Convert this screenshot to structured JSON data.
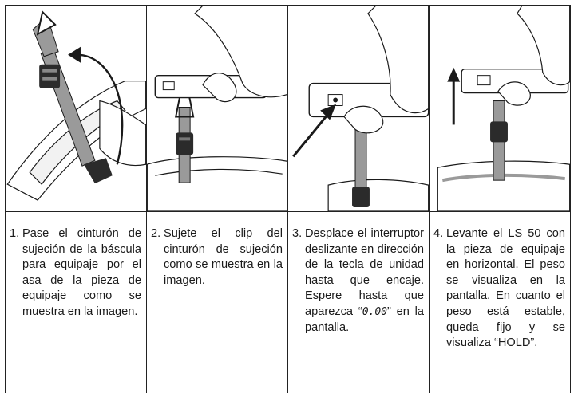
{
  "steps": [
    {
      "number": "1.",
      "text": "Pase el cinturón de sujeción de la báscula para equipaje por el asa de la pieza de equipaje como se muestra en la imagen."
    },
    {
      "number": "2.",
      "text": "Sujete el clip del cinturón de sujeción como se muestra en la imagen."
    },
    {
      "number": "3.",
      "text_before": "Desplace el interruptor deslizante en dirección de la tecla de unidad hasta que encaje. Espere hasta que aparezca “",
      "display_value": "0.00",
      "text_after": "” en la pantalla."
    },
    {
      "number": "4.",
      "text": "Levante el LS 50 con la pieza de equipaje en horizontal. El peso se visualiza en la pantalla. En cuanto el peso está estable, queda fijo y se visualiza “HOLD”."
    }
  ],
  "figures": [
    {
      "id": "strap-through-handle",
      "arrow": "curved-arrow"
    },
    {
      "id": "attach-clip",
      "arrow": "none"
    },
    {
      "id": "slide-switch",
      "arrow": "diagonal-arrow"
    },
    {
      "id": "lift-scale",
      "arrow": "up-arrow"
    }
  ],
  "colors": {
    "line": "#1a1a1a",
    "strap": "#9a9a9a",
    "clip": "#2b2b2b",
    "fill": "#ffffff"
  }
}
